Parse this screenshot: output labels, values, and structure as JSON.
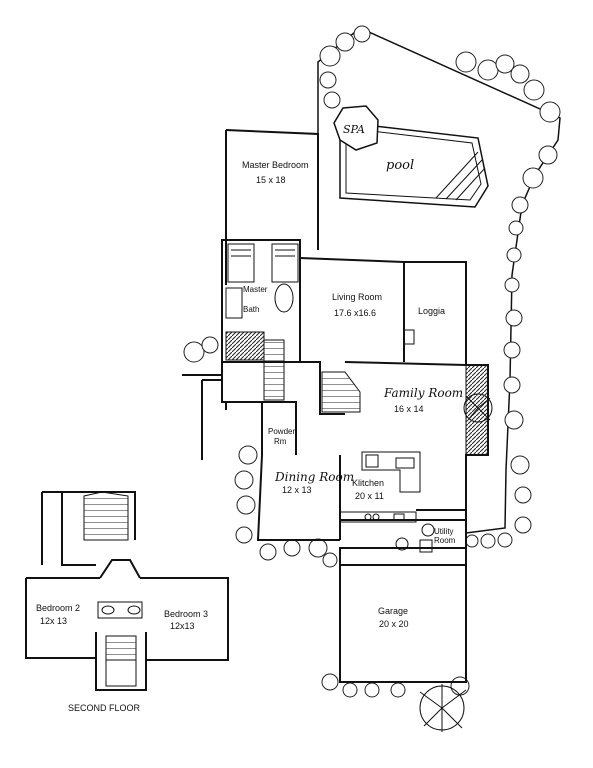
{
  "plan": {
    "caption": "SECOND FLOOR",
    "rooms": {
      "master_bedroom": {
        "name": "Master Bedroom",
        "size": "15 x 18"
      },
      "master_bath": {
        "name_line1": "Master",
        "name_line2": "Bath"
      },
      "living_room": {
        "name": "Living Room",
        "size": "17.6 x16.6"
      },
      "loggia": {
        "name": "Loggia"
      },
      "family_room": {
        "name": "Family Room",
        "size": "16 x 14"
      },
      "powder_room": {
        "name_line1": "Powder",
        "name_line2": "Rm"
      },
      "dining_room": {
        "name": "Dining Room",
        "size": "12 x 13"
      },
      "kitchen": {
        "name": "Klitchen",
        "size": "20 x 11"
      },
      "utility_room": {
        "name_line1": "Utility",
        "name_line2": "Room"
      },
      "garage": {
        "name": "Garage",
        "size": "20 x 20"
      },
      "bedroom_2": {
        "name": "Bedroom 2",
        "size": "12x 13"
      },
      "bedroom_3": {
        "name": "Bedroom 3",
        "size": "12x13"
      },
      "spa": {
        "name": "SPA"
      },
      "pool": {
        "name": "pool"
      }
    }
  }
}
